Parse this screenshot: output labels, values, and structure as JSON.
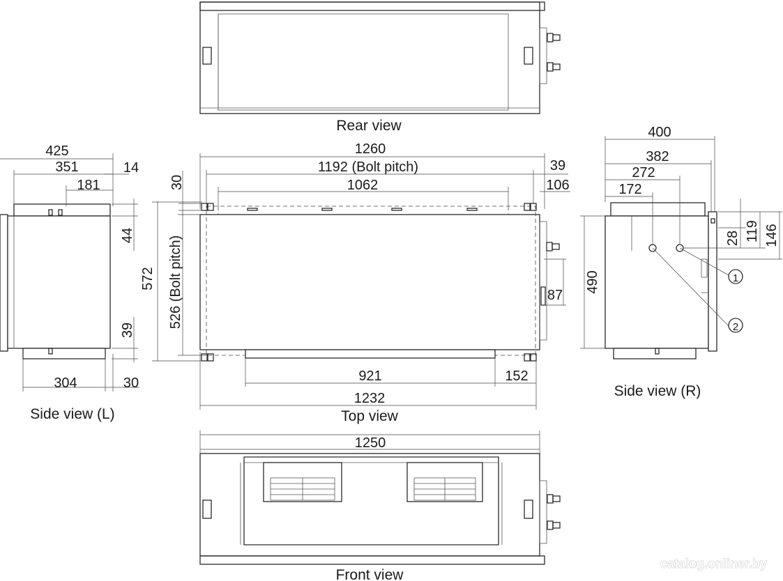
{
  "views": {
    "rear": "Rear view",
    "top": "Top view",
    "front": "Front view",
    "side_left": "Side view (L)",
    "side_right": "Side view (R)"
  },
  "dimensions": {
    "side_left": {
      "d425": "425",
      "d351": "351",
      "d14": "14",
      "d181": "181",
      "d44": "44",
      "d39": "39",
      "d304": "304",
      "d30": "30"
    },
    "top": {
      "d1260": "1260",
      "d1192": "1192 (Bolt pitch)",
      "d39": "39",
      "d1062": "1062",
      "d106": "106",
      "d30": "30",
      "d572": "572",
      "d526": "526 (Bolt pitch)",
      "d87": "87",
      "d921": "921",
      "d152": "152",
      "d1232": "1232"
    },
    "front": {
      "d1250": "1250"
    },
    "side_right": {
      "d400": "400",
      "d382": "382",
      "d272": "272",
      "d172": "172",
      "d28": "28",
      "d119": "119",
      "d146": "146",
      "d490": "490",
      "mark1": "1",
      "mark2": "2"
    }
  },
  "watermark": "catalog.onliner.by"
}
